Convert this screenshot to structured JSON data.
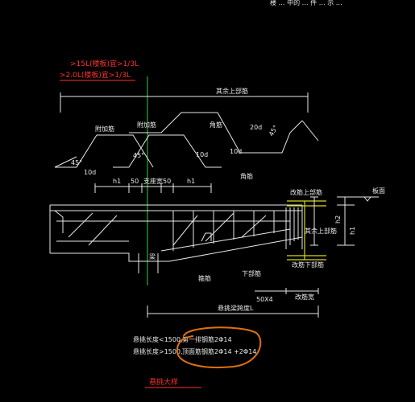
{
  "header": {
    "text": "楼 … 中的 … 件 … 示 …"
  },
  "red_notes": {
    "line1": ">15L(楼板)宜>1/3L",
    "line2": ">2.0L(楼板)宜>1/3L"
  },
  "labels": {
    "top_rebar_span": "其余上部筋",
    "additional_rebar": "附加筋",
    "additional_rebar_2": "附加筋",
    "corner_rebar": "角筋",
    "twenty_d": "20d",
    "forty_five": "45°",
    "ten_d": "10d",
    "ten_d_2": "10d",
    "ten_d_3": "10d",
    "forty_five_2": "45°",
    "forty_five_3": "45°",
    "h1": "h1",
    "fifty": "50",
    "support_width": "支座宽",
    "fifty_2": "50",
    "h1_2": "h1",
    "corner_rebar_2": "角筋",
    "change_rebar_top": "改筋上部筋",
    "slab_face": "板面",
    "other_top_rebar": "其余上部筋",
    "h2": "h2",
    "h1_right": "h1",
    "change_rebar_bottom": "改筋下部筋",
    "beam": "梁",
    "bottom_rebar": "下部筋",
    "stirrup": "箍筋",
    "fifty_x4": "50X4",
    "change_width": "改筋宽",
    "cantilever_length": "悬挑梁跨度L"
  },
  "notes": {
    "row1_left": "悬挑长度<1500,",
    "row1_right": "第一排钢筋2Φ14",
    "row2_left": "悬挑长度>1500,",
    "row2_right": "顶面筋钢筋2Φ14 +2Φ14"
  },
  "title": "悬挑大样",
  "colors": {
    "line": "#e8e8e8",
    "green": "#2fd32f",
    "red": "#ff3030",
    "yellow": "#d8d820",
    "orange": "#e07010"
  }
}
